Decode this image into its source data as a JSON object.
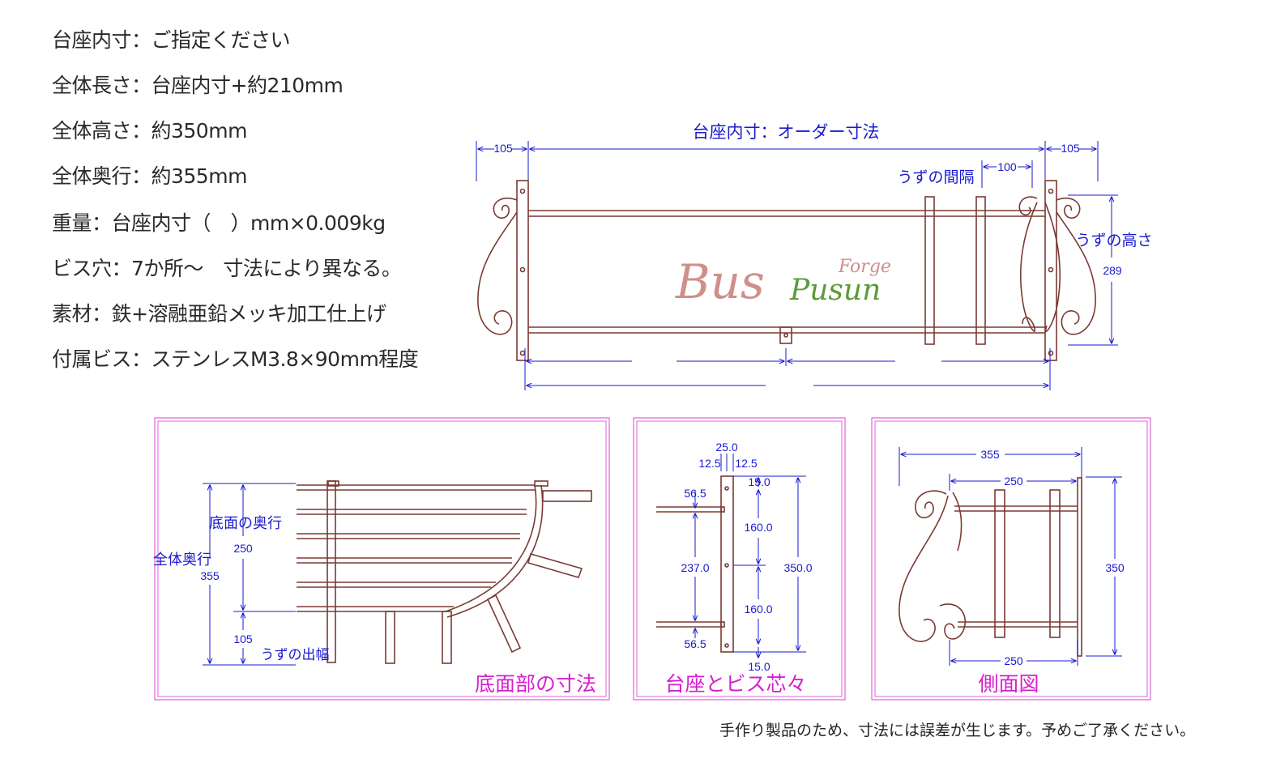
{
  "specs": [
    "台座内寸：ご指定ください",
    "全体長さ：台座内寸+約210mm",
    "全体高さ：約350mm",
    "全体奥行：約355mm",
    "重量：台座内寸（　）mm×0.009kg",
    "ビス穴：7か所～　寸法により異なる。",
    "素材：鉄+溶融亜鉛メッキ加工仕上げ",
    "付属ビス：ステンレスM3.8×90mm程度"
  ],
  "front": {
    "label_inner": "台座内寸：オーダー寸法",
    "dim_left": "105",
    "dim_right": "105",
    "label_spacing": "うずの間隔",
    "dim_spacing": "100",
    "label_height": "うずの高さ",
    "dim_height": "289"
  },
  "logo": {
    "main": "Bus",
    "sub": "Pusun",
    "small": "Forge"
  },
  "bottom_panel": {
    "title": "底面部の寸法",
    "label_bottom_depth": "底面の奥行",
    "label_total_depth": "全体奥行",
    "dim_250": "250",
    "dim_355": "355",
    "dim_105": "105",
    "label_swirl_width": "うずの出幅"
  },
  "base_panel": {
    "title": "台座とビス芯々",
    "dim_25": "25.0",
    "dim_12a": "12.5",
    "dim_12b": "12.5",
    "dim_15_top": "15.0",
    "dim_565_top": "56.5",
    "dim_160_top": "160.0",
    "dim_237": "237.0",
    "dim_350": "350.0",
    "dim_160_bottom": "160.0",
    "dim_565_bottom": "56.5",
    "dim_15_bottom": "15.0"
  },
  "side_panel": {
    "title": "側面図",
    "dim_355": "355",
    "dim_250_top": "250",
    "dim_350": "350",
    "dim_250_bottom": "250"
  },
  "note": "手作り製品のため、寸法には誤差が生じます。予めご了承ください。",
  "colors": {
    "frame": "#7a3a33",
    "dim": "#1a1ad0",
    "panel_border": "#e060d8",
    "title": "#d81ecf",
    "logo_bus": "#cf8f8a",
    "logo_pusun": "#5c9a3a"
  }
}
